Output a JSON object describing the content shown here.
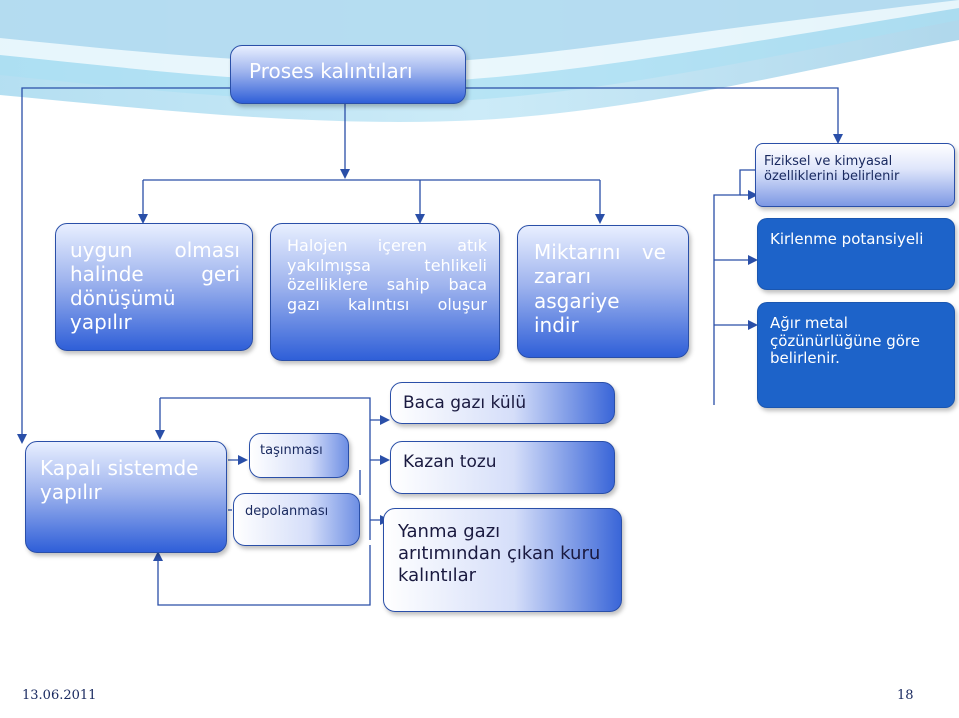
{
  "boxes": {
    "proses": "Proses kalıntıları",
    "fiziksel": "Fiziksel ve kimyasal özelliklerini belirlenir",
    "uygun": "uygun olması halinde geri dönüşümü yapılır",
    "halojen": "Halojen içeren atık yakılmışsa tehlikeli özelliklere sahip baca gazı kalıntısı oluşur",
    "miktarini": "Miktarını ve zararı asgariye indir",
    "kirlenme": "Kirlenme potansiyeli",
    "agir": "Ağır metal çözünürlüğüne göre belirlenir.",
    "baca_kulu": "Baca gazı külü",
    "kapali": "Kapalı sistemde yapılır",
    "tasinmasi": "taşınması",
    "depolanmasi": "depolanması",
    "kazan": "Kazan tozu",
    "yanma": "Yanma gazı arıtımından çıkan kuru kalıntılar"
  },
  "footer": {
    "date": "13.06.2011",
    "page": "18"
  }
}
